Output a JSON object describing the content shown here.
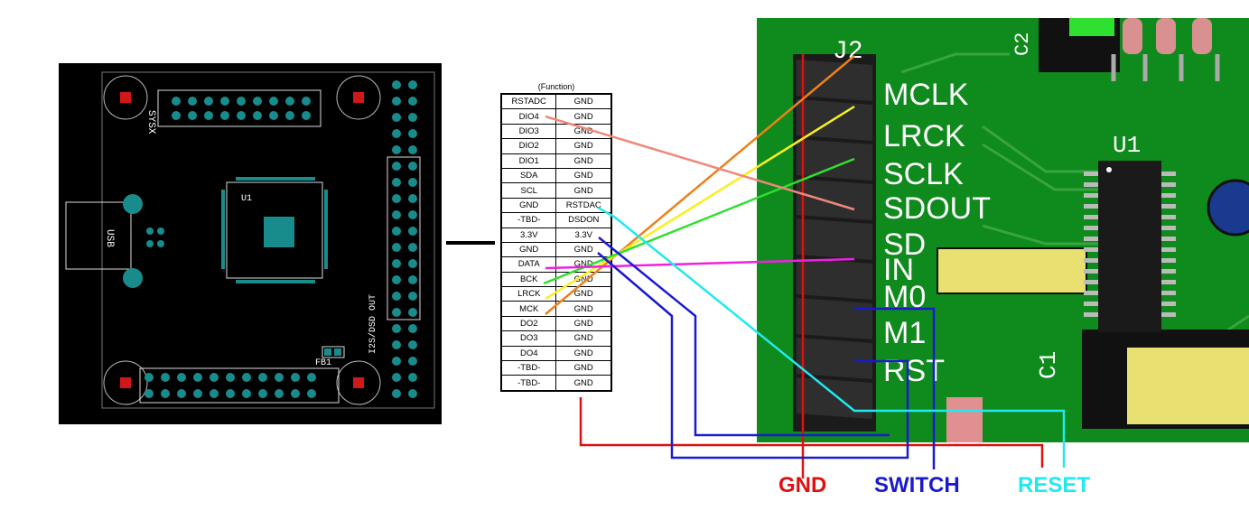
{
  "left_board": {
    "labels": {
      "sysx": "SYSX",
      "usb": "USB",
      "u1": "U1",
      "i2s": "I2S/DSD OUT",
      "fb1": "FB1"
    }
  },
  "pinout": {
    "caption": "(Function)",
    "rows": [
      [
        "RSTADC",
        "GND"
      ],
      [
        "DIO4",
        "GND"
      ],
      [
        "DIO3",
        "GND"
      ],
      [
        "DIO2",
        "GND"
      ],
      [
        "DIO1",
        "GND"
      ],
      [
        "SDA",
        "GND"
      ],
      [
        "SCL",
        "GND"
      ],
      [
        "GND",
        "RSTDAC"
      ],
      [
        "-TBD-",
        "DSDON"
      ],
      [
        "3.3V",
        "3.3V"
      ],
      [
        "GND",
        "GND"
      ],
      [
        "DATA",
        "GND"
      ],
      [
        "BCK",
        "GND"
      ],
      [
        "LRCK",
        "GND"
      ],
      [
        "MCK",
        "GND"
      ],
      [
        "DO2",
        "GND"
      ],
      [
        "DO3",
        "GND"
      ],
      [
        "DO4",
        "GND"
      ],
      [
        "-TBD-",
        "GND"
      ],
      [
        "-TBD-",
        "GND"
      ]
    ]
  },
  "right_board": {
    "header_label": "J2",
    "pins": [
      "MCLK",
      "LRCK",
      "SCLK",
      "SDOUT",
      "SD",
      "IN",
      "M0",
      "M1",
      "RST"
    ],
    "components": {
      "u1": "U1",
      "c1": "C1",
      "c2": "C2"
    }
  },
  "legend": {
    "gnd": {
      "text": "GND",
      "color": "#e01010"
    },
    "switch": {
      "text": "SWITCH",
      "color": "#1a1ad0"
    },
    "reset": {
      "text": "RESET",
      "color": "#22e8f0"
    }
  },
  "wire_colors": {
    "mclk": "#f08018",
    "lrck": "#f8f020",
    "sclk": "#30e030",
    "sdout": "#f08878",
    "data": "#f020e0",
    "gnd": "#e01010",
    "switch": "#1a1ad0",
    "reset": "#22e8f0"
  }
}
